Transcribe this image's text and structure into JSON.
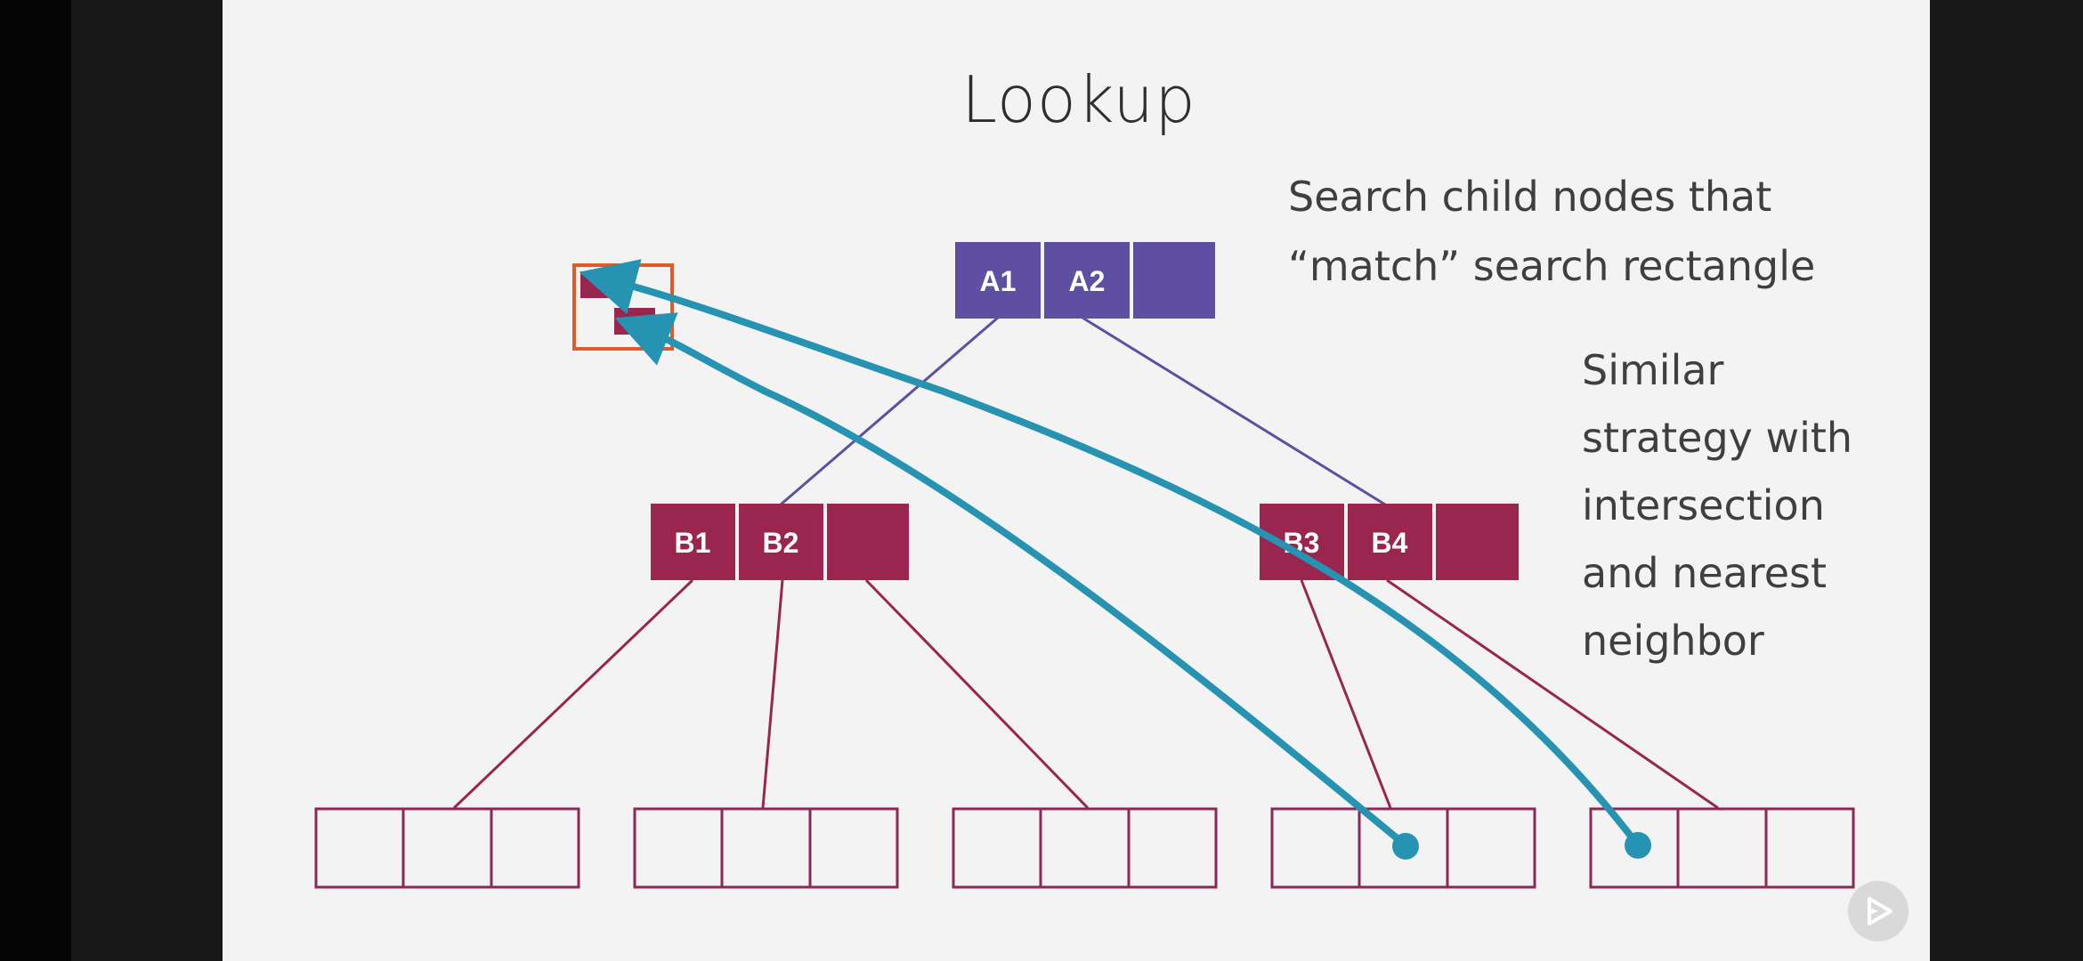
{
  "slide": {
    "title": "Lookup",
    "note_primary": [
      "Search child nodes that",
      "“match” search rectangle"
    ],
    "note_secondary": [
      "Similar",
      "strategy with",
      "intersection",
      "and nearest",
      "neighbor"
    ]
  },
  "tree": {
    "root": {
      "labels": [
        "A1",
        "A2",
        ""
      ]
    },
    "level2_left": {
      "labels": [
        "B1",
        "B2",
        ""
      ]
    },
    "level2_right": {
      "labels": [
        "B3",
        "B4",
        ""
      ]
    }
  },
  "colors": {
    "root_node": "#5e4fa2",
    "inner_node": "#9a264f",
    "leaf_border": "#8b2856",
    "arrow": "#2693b3",
    "search_rect": "#e05a2b"
  },
  "icons": {
    "play": "play-icon"
  }
}
